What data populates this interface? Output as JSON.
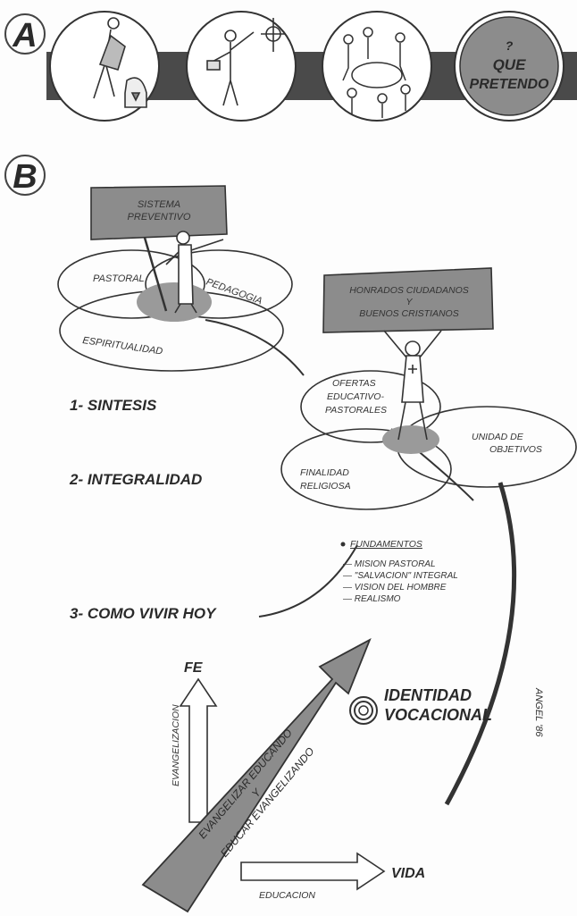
{
  "section_a": {
    "letter": "A",
    "goal_text_1": "?",
    "goal_text_2": "QUE",
    "goal_text_3": "PRETENDO"
  },
  "section_b": {
    "letter": "B",
    "banner_1": {
      "line1": "SISTEMA",
      "line2": "PREVENTIVO"
    },
    "circles_1": {
      "pastoral": "PASTORAL",
      "pedagogia": "PEDAGOGIA",
      "espiritualidad": "ESPIRITUALIDAD"
    },
    "banner_2": {
      "line1": "HONRADOS CIUDADANOS",
      "line2": "Y",
      "line3": "BUENOS CRISTIANOS"
    },
    "circles_2": {
      "ofertas_1": "OFERTAS",
      "ofertas_2": "EDUCATIVO-",
      "ofertas_3": "PASTORALES",
      "unidad_1": "UNIDAD DE",
      "unidad_2": "OBJETIVOS",
      "finalidad_1": "FINALIDAD",
      "finalidad_2": "RELIGIOSA"
    },
    "steps": {
      "s1": "1- SINTESIS",
      "s2": "2- INTEGRALIDAD",
      "s3": "3- COMO VIVIR HOY"
    },
    "fundamentos": {
      "title": "FUNDAMENTOS",
      "items": [
        "— MISION PASTORAL",
        "— \"SALVACION\" INTEGRAL",
        "— VISION DEL HOMBRE",
        "— REALISMO"
      ]
    },
    "signature": "ANGEL '86",
    "axes": {
      "fe": "FE",
      "vida": "VIDA",
      "evangelizacion": "EVANGELIZACION",
      "educacion": "EDUCACION"
    },
    "identity": {
      "line1": "IDENTIDAD",
      "line2": "VOCACIONAL"
    },
    "big_arrow": {
      "line1": "EVANGELIZAR EDUCANDO",
      "line2": "Y",
      "line3": "EDUCAR EVANGELIZANDO"
    }
  }
}
